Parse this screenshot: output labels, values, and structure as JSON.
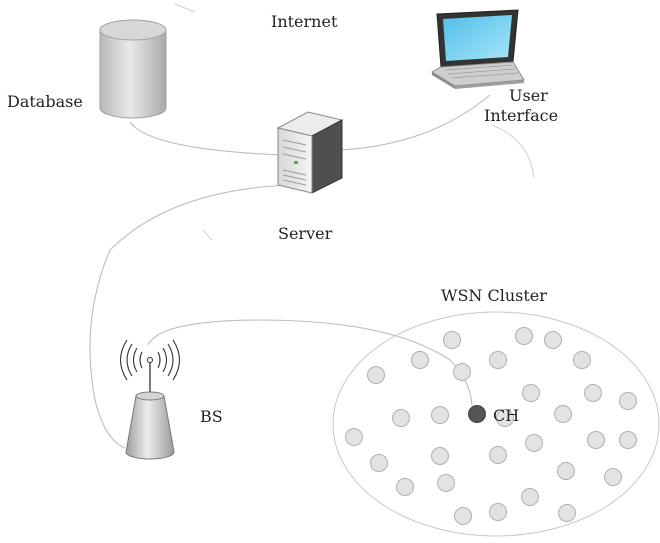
{
  "diagram": {
    "labels": {
      "internet": "Internet",
      "database": "Database",
      "user_interface_line1": "User",
      "user_interface_line2": "Interface",
      "server": "Server",
      "wsn_cluster": "WSN Cluster",
      "bs": "BS",
      "ch": "CH"
    },
    "nodes": [
      "database",
      "laptop",
      "server",
      "base-station",
      "cluster-head"
    ],
    "colors": {
      "line": "#bdbdbd",
      "sensor_fill": "#e3e3e3",
      "sensor_stroke": "#b0b0b0",
      "cluster_head": "#555555",
      "cluster_outline": "#c8c8c8"
    }
  }
}
